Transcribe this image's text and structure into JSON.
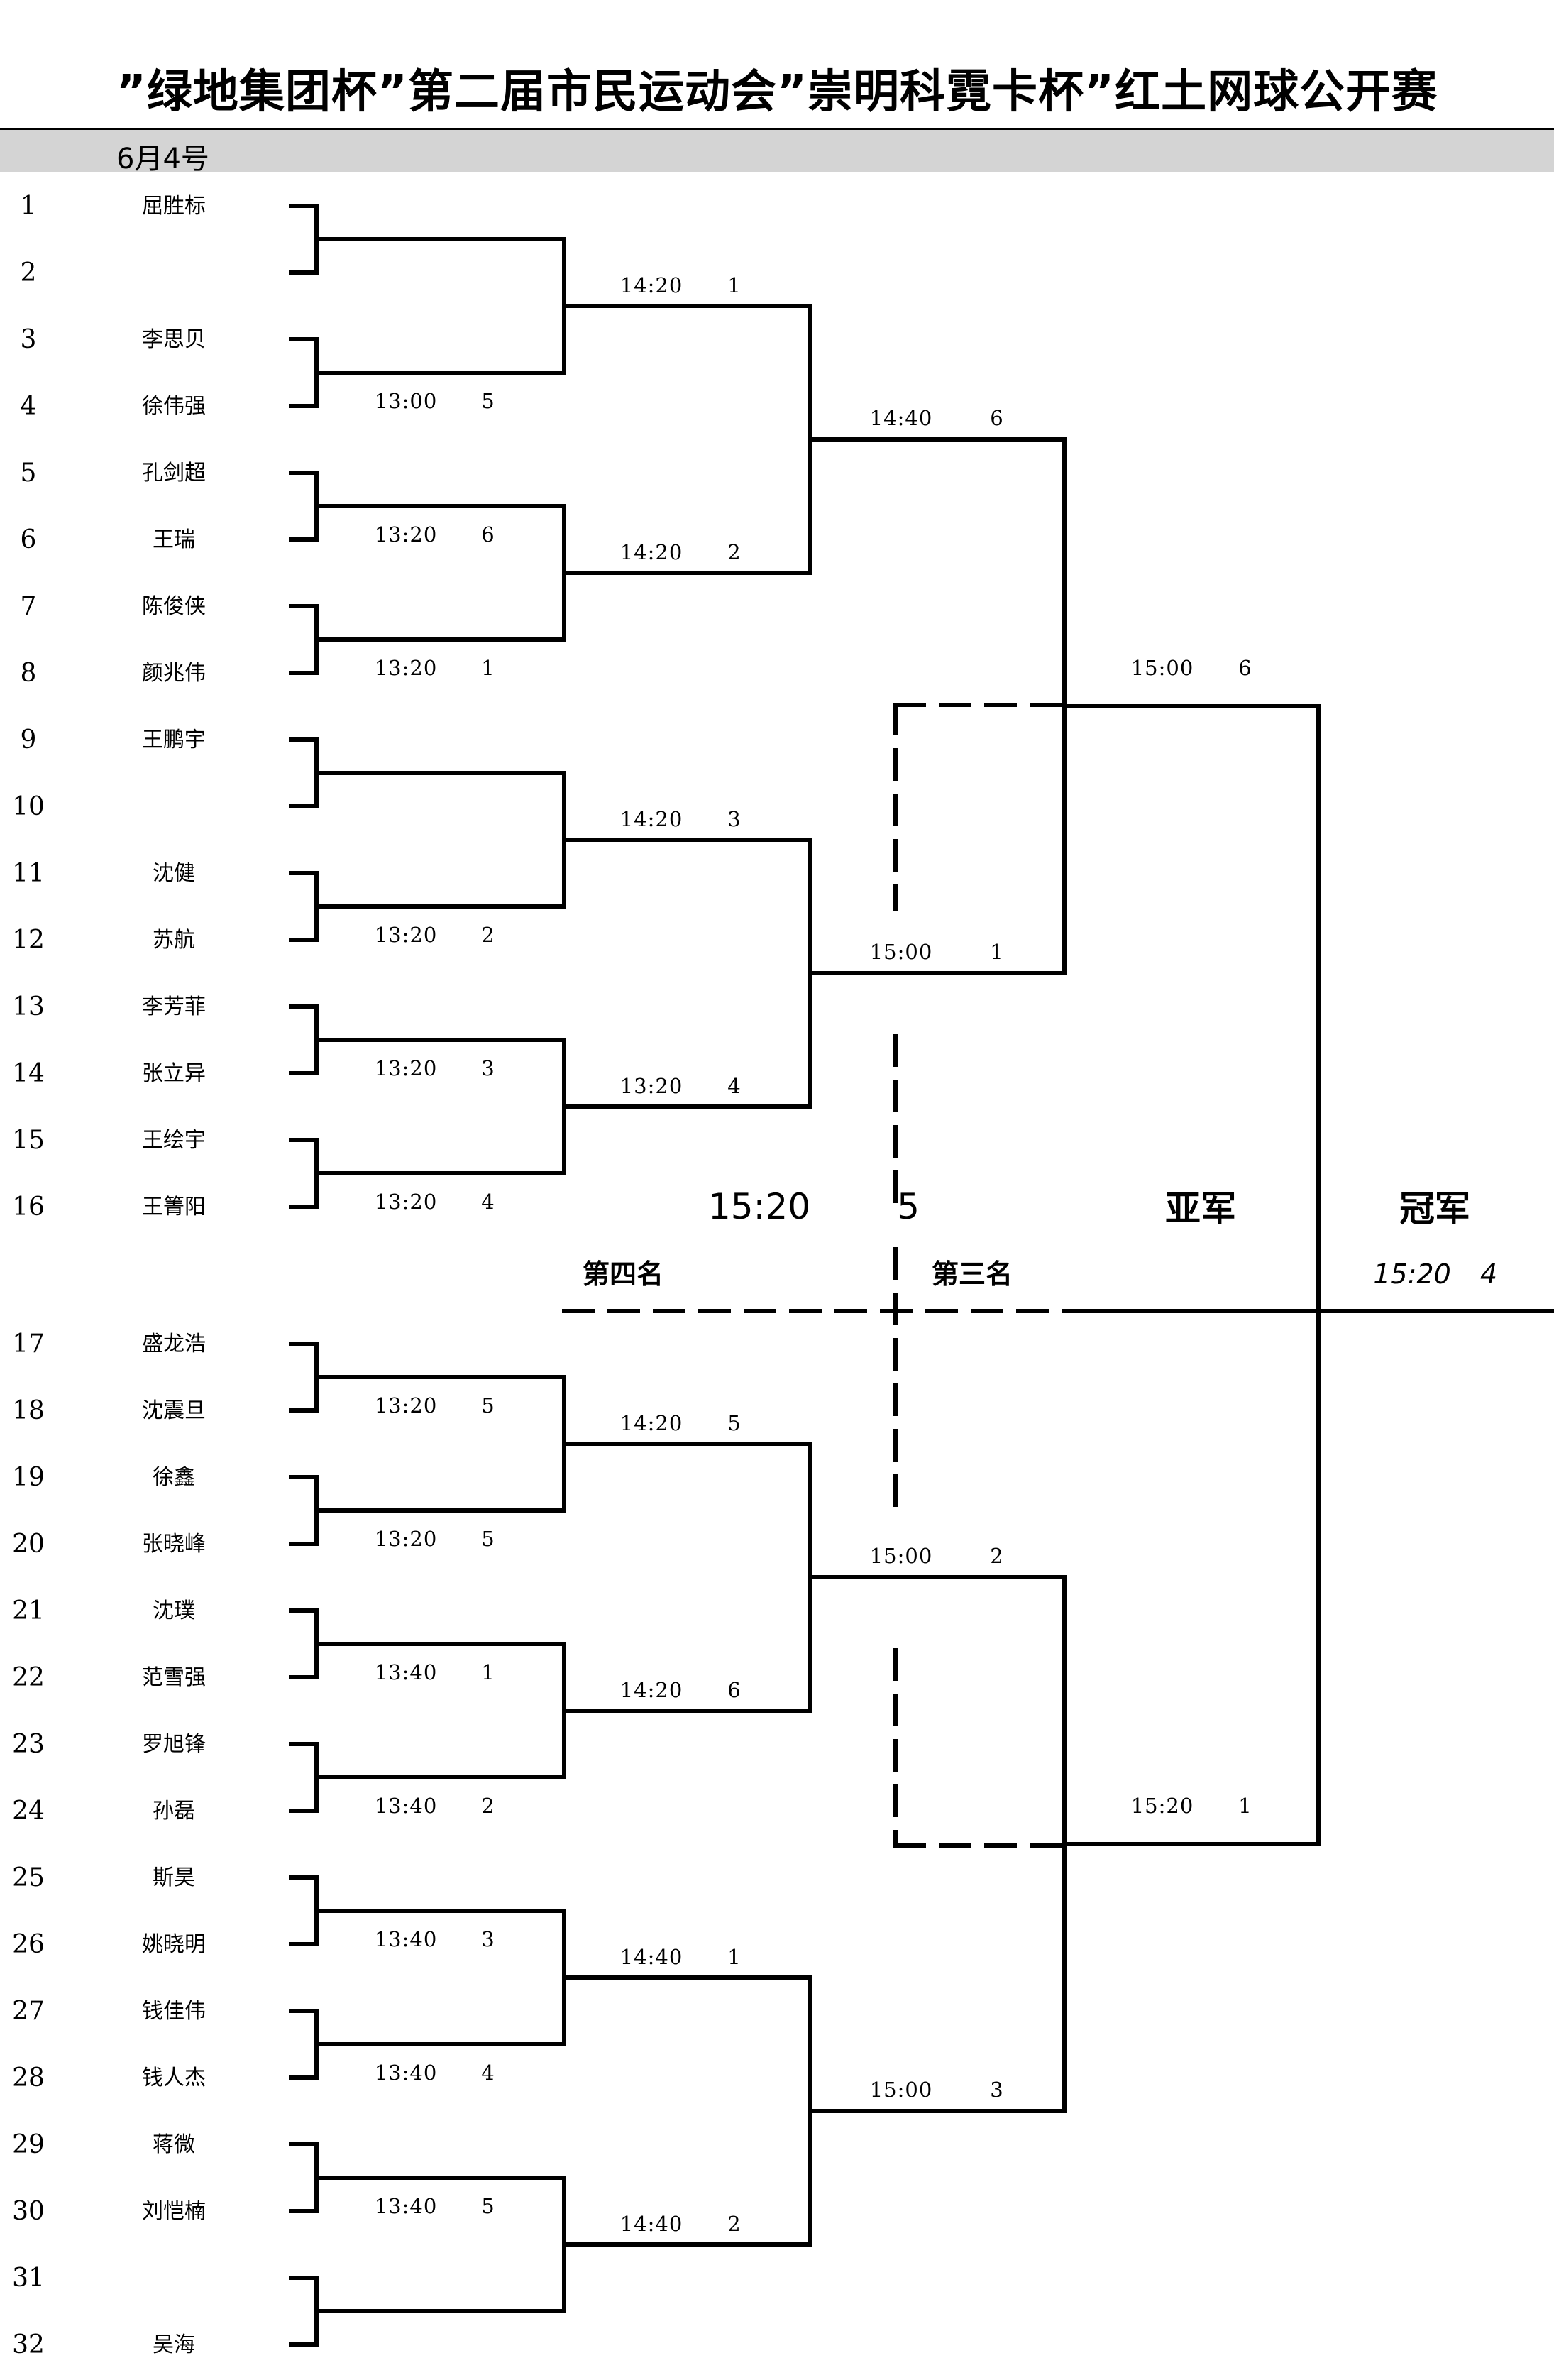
{
  "title": "”绿地集团杯”第二届市民运动会”崇明科霓卡杯”红土网球公开赛",
  "date": "6月4号",
  "players": [
    "屈胜标",
    "",
    "李思贝",
    "徐伟强",
    "孔剑超",
    "王瑞",
    "陈俊侠",
    "颜兆伟",
    "王鹏宇",
    "",
    "沈健",
    "苏航",
    "李芳菲",
    "张立异",
    "王绘宇",
    "王箐阳",
    "盛龙浩",
    "沈震旦",
    "徐鑫",
    "张晓峰",
    "沈璞",
    "范雪强",
    "罗旭锋",
    "孙磊",
    "斯昊",
    "姚晓明",
    "钱佳伟",
    "钱人杰",
    "蒋微",
    "刘恺楠",
    "",
    "吴海"
  ],
  "round1": [
    {
      "time": "",
      "court": ""
    },
    {
      "time": "13:00",
      "court": "5"
    },
    {
      "time": "13:20",
      "court": "6"
    },
    {
      "time": "13:20",
      "court": "1"
    },
    {
      "time": "",
      "court": ""
    },
    {
      "time": "13:20",
      "court": "2"
    },
    {
      "time": "13:20",
      "court": "3"
    },
    {
      "time": "13:20",
      "court": "4"
    },
    {
      "time": "13:20",
      "court": "5"
    },
    {
      "time": "13:20",
      "court": "5"
    },
    {
      "time": "13:40",
      "court": "1"
    },
    {
      "time": "13:40",
      "court": "2"
    },
    {
      "time": "13:40",
      "court": "3"
    },
    {
      "time": "13:40",
      "court": "4"
    },
    {
      "time": "13:40",
      "court": "5"
    },
    {
      "time": "",
      "court": ""
    }
  ],
  "round2": [
    {
      "time": "14:20",
      "court": "1"
    },
    {
      "time": "14:20",
      "court": "2"
    },
    {
      "time": "14:20",
      "court": "3"
    },
    {
      "time": "13:20",
      "court": "4"
    },
    {
      "time": "14:20",
      "court": "5"
    },
    {
      "time": "14:20",
      "court": "6"
    },
    {
      "time": "14:40",
      "court": "1"
    },
    {
      "time": "14:40",
      "court": "2"
    }
  ],
  "round3": [
    {
      "time": "14:40",
      "court": "6"
    },
    {
      "time": "15:00",
      "court": "1"
    },
    {
      "time": "15:00",
      "court": "2"
    },
    {
      "time": "15:00",
      "court": "3"
    }
  ],
  "semis": [
    {
      "time": "15:00",
      "court": "6"
    },
    {
      "time": "15:20",
      "court": "1"
    }
  ],
  "third_place": {
    "time": "15:20",
    "court": "5"
  },
  "fourth_label": "第四名",
  "third_label": "第三名",
  "runner_up_label": "亚军",
  "champion_label": "冠军",
  "final": {
    "time": "15:20",
    "court": "4"
  }
}
